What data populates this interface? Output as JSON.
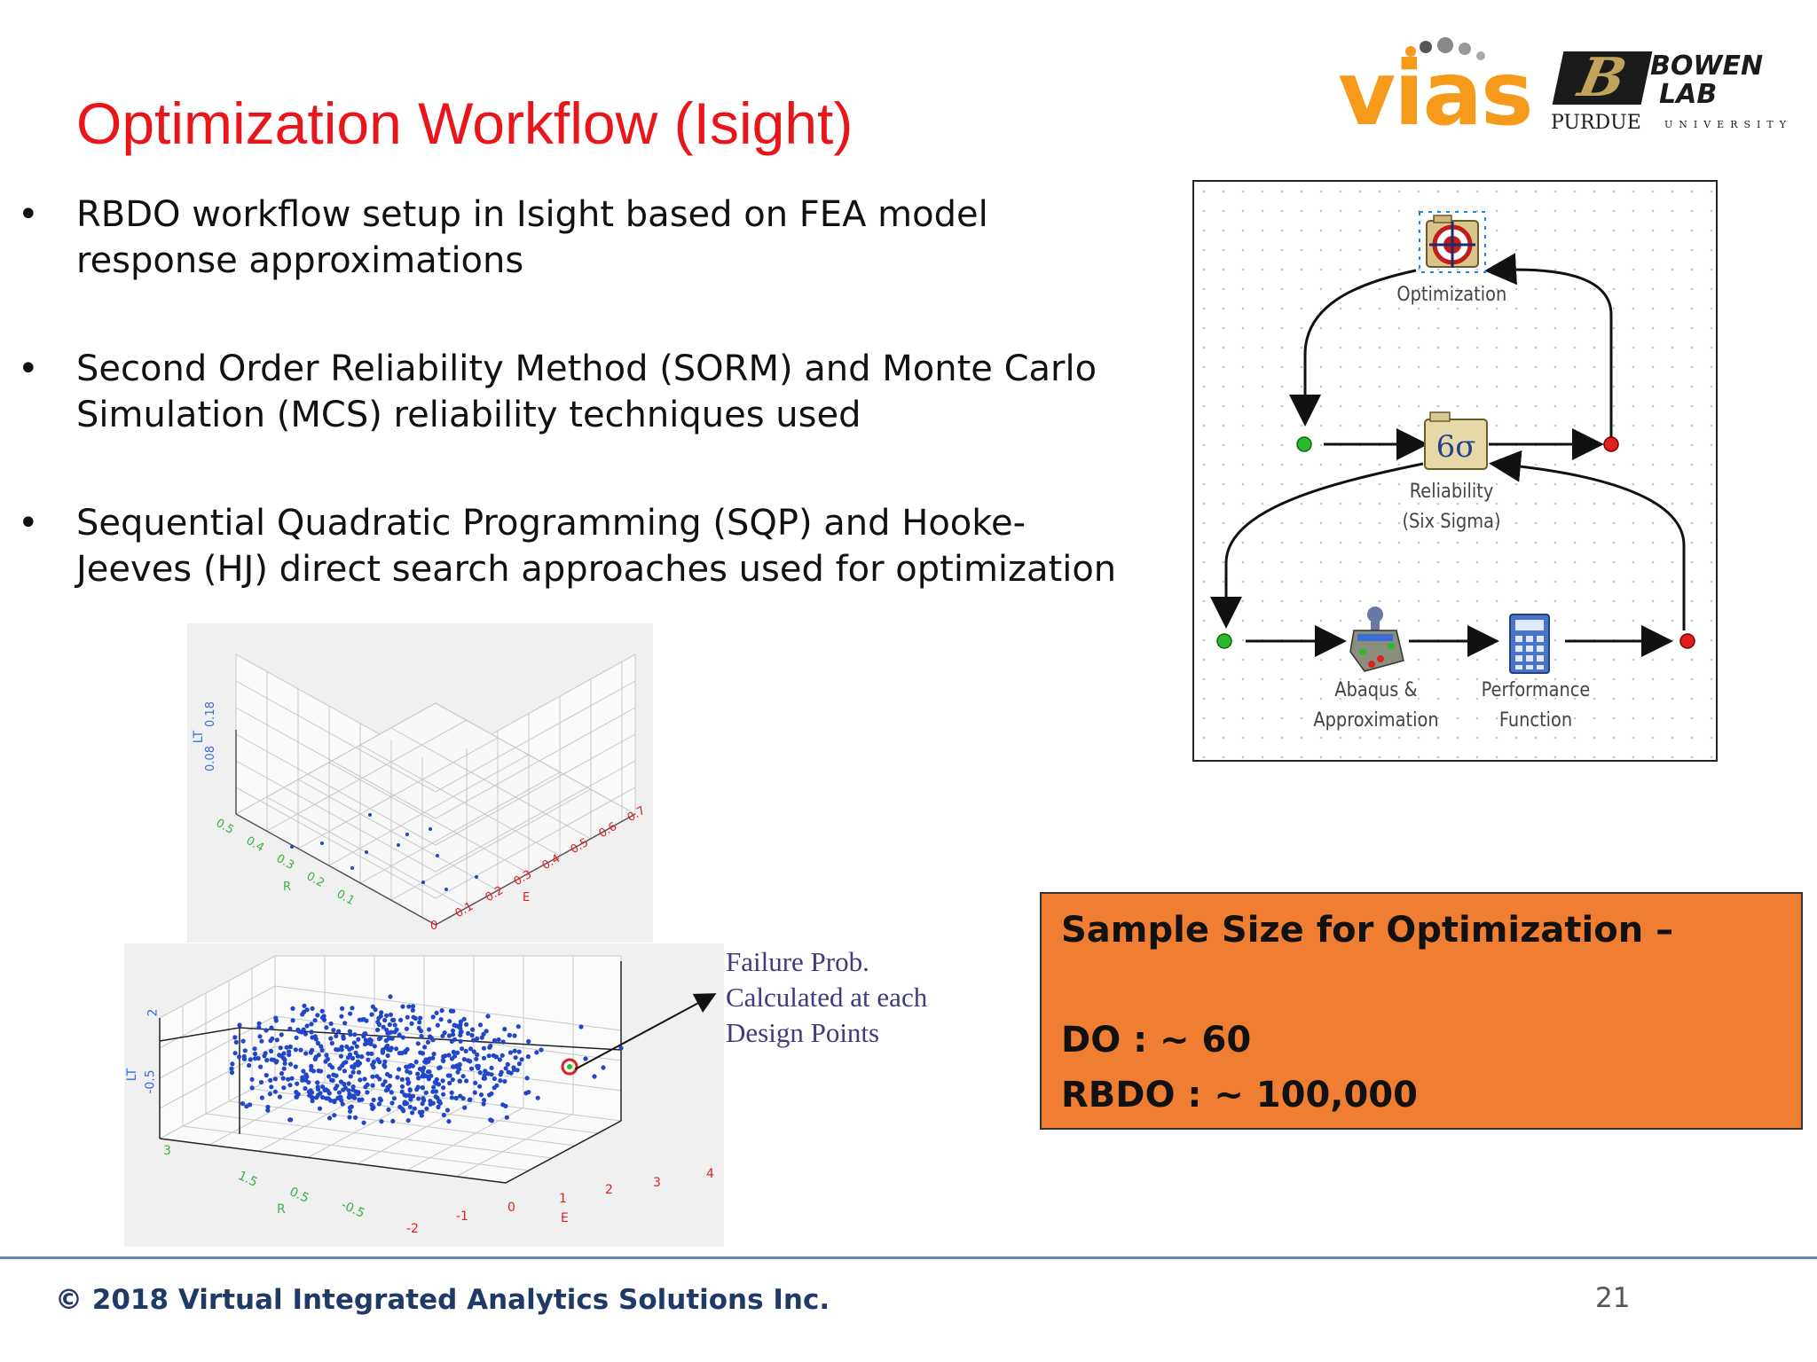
{
  "slide": {
    "title": "Optimization Workflow (Isight)",
    "bullets": [
      {
        "marker": "•",
        "text": "RBDO workflow setup in Isight based on FEA model response approximations"
      },
      {
        "marker": "•",
        "text": "Second Order Reliability Method (SORM) and Monte Carlo Simulation (MCS) reliability techniques used"
      },
      {
        "marker": "•",
        "text": "Sequential Quadratic Programming (SQP) and Hooke-Jeeves (HJ) direct search approaches used for optimization"
      }
    ]
  },
  "logos": {
    "vias": "vias",
    "bowen_line1": "BOWEN",
    "bowen_line2": "LAB",
    "purdue": "PURDUE",
    "purdue_university": "UNIVERSITY",
    "colors": {
      "vias_orange": "#f59a1b",
      "purdue_gold": "#c2a35c"
    }
  },
  "workflow": {
    "nodes": {
      "optimization": {
        "label": "Optimization",
        "icon": "optimization-target-icon"
      },
      "reliability": {
        "label_line1": "Reliability",
        "label_line2": "(Six Sigma)",
        "icon": "six-sigma-icon"
      },
      "abaqus": {
        "label_line1": "Abaqus &",
        "label_line2": "Approximation",
        "icon": "abaqus-approximation-icon"
      },
      "performance": {
        "label_line1": "Performance",
        "label_line2": "Function",
        "icon": "calculator-icon"
      }
    },
    "colors": {
      "start_dot": "#2db82d",
      "end_dot": "#e02020",
      "selection": "#1e88e5"
    }
  },
  "plots": {
    "top": {
      "x_label": "E",
      "y_label": "R",
      "z_label": "LT",
      "x_ticks": [
        "0",
        "0.1",
        "0.2",
        "0.3",
        "0.4",
        "0.5",
        "0.6",
        "0.7"
      ],
      "y_ticks": [
        "0.5",
        "0.4",
        "0.3",
        "0.2",
        "0.1"
      ],
      "z_ticks": [
        "0.08",
        "0.18"
      ]
    },
    "bottom": {
      "x_label": "E",
      "y_label": "R",
      "z_label": "LT",
      "x_ticks": [
        "-2",
        "-1",
        "0",
        "1",
        "2",
        "3",
        "4"
      ],
      "y_ticks": [
        "3",
        "1.5",
        "0.5",
        "-0.5"
      ],
      "z_ticks": [
        "2",
        "-0.5"
      ]
    },
    "colors": {
      "points": "#2146c7",
      "y_ticks": "#3cb043",
      "highlight": "#e02020"
    }
  },
  "annotation": {
    "line1": "Failure Prob.",
    "line2": "Calculated at each",
    "line3": "Design Points"
  },
  "sample_box": {
    "title": "Sample Size for Optimization –",
    "do": "DO : ~ 60",
    "rbdo": "RBDO : ~ 100,000",
    "color": "#f07e32"
  },
  "footer": {
    "copyright": "© 2018 Virtual Integrated Analytics Solutions Inc.",
    "page_number": "21"
  }
}
